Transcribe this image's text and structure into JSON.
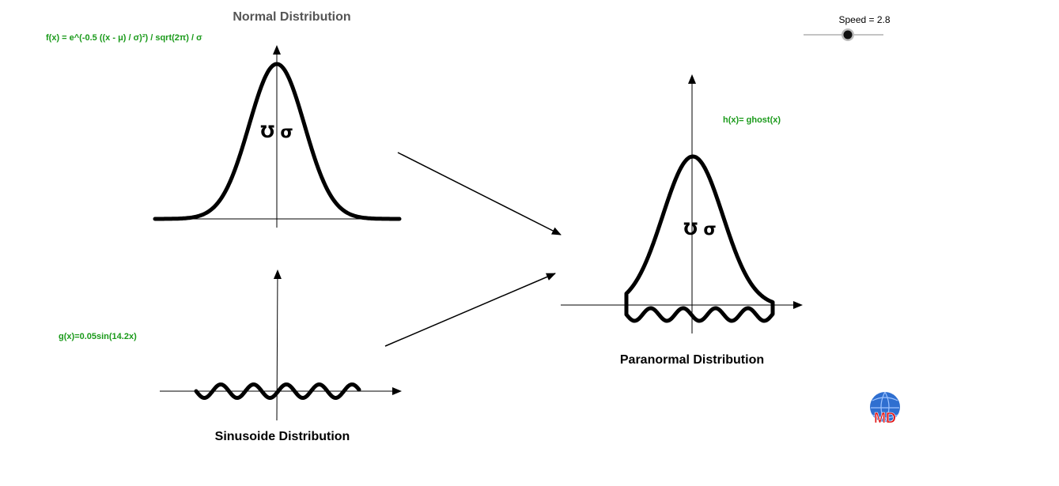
{
  "titles": {
    "normal": "Normal Distribution",
    "sinusoid": "Sinusoide Distribution",
    "paranormal": "Paranormal Distribution"
  },
  "formulas": {
    "f": "f(x) = e^(-0.5 ((x - μ) / σ)²) / sqrt(2π) / σ",
    "g": "g(x)=0.05sin(14.2x)",
    "h": "h(x)= ghost(x)"
  },
  "faces": {
    "normal": "Ʊ σ",
    "paranormal": "Ʊ σ"
  },
  "slider": {
    "label": "Speed = 2.8",
    "value": 2.8
  },
  "logo": {
    "text": "MD"
  },
  "colors": {
    "formula": "#1a9a1a",
    "curve": "#000000",
    "title_muted": "#555555",
    "logo_red": "#e01010",
    "logo_globe": "#2f6fd0"
  }
}
